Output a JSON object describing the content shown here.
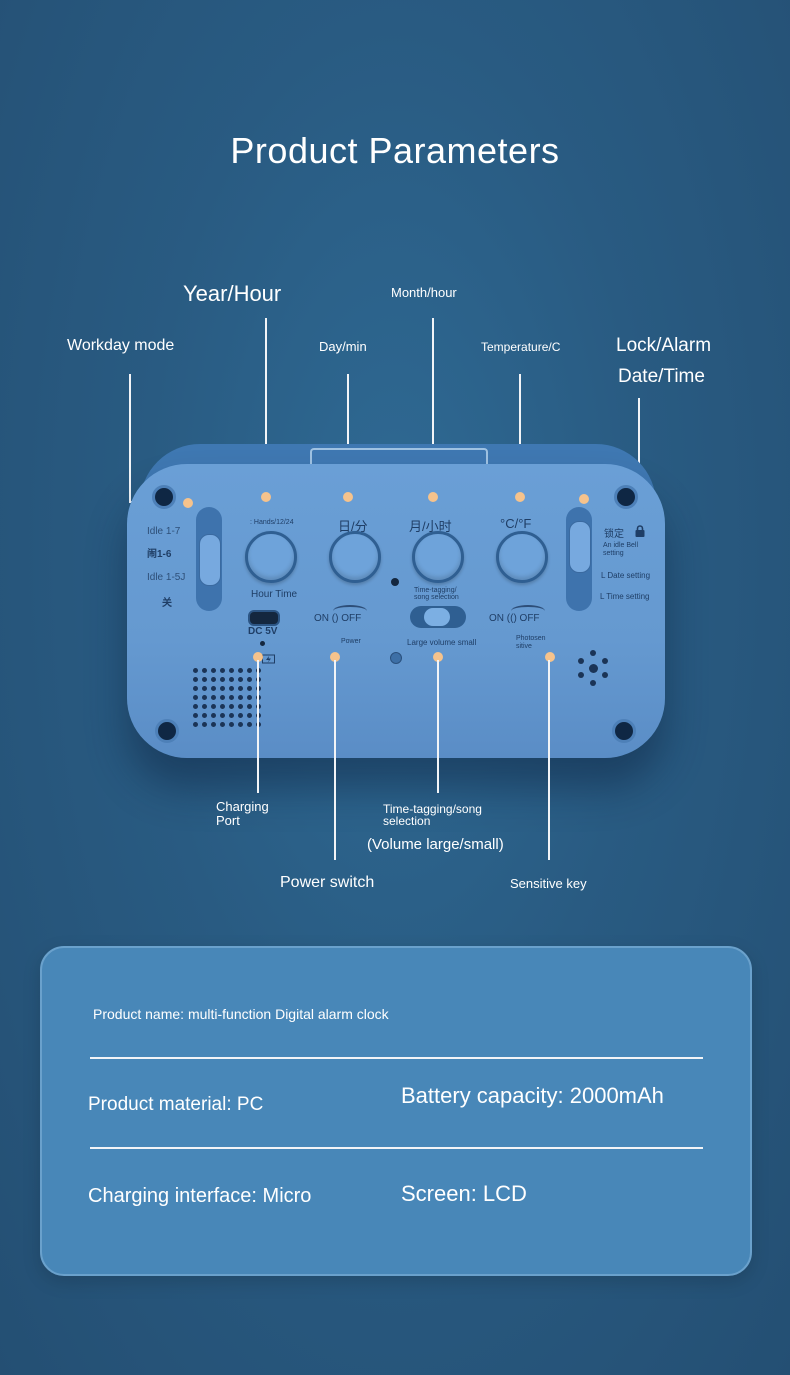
{
  "title": "Product Parameters",
  "labels": {
    "year_hour": "Year/Hour",
    "month_hour": "Month/hour",
    "workday_mode": "Workday mode",
    "day_min": "Day/min",
    "temperature": "Temperature/C",
    "lock_alarm": "Lock/Alarm",
    "date_time": "Date/Time",
    "charging_port_1": "Charging",
    "charging_port_2": "Port",
    "time_tagging_1": "Time-tagging/song",
    "time_tagging_2": "selection",
    "volume": "(Volume large/small)",
    "power_switch": "Power switch",
    "sensitive_key": "Sensitive key"
  },
  "clock": {
    "left_slider": [
      "Idle 1-7",
      "闹1-6",
      "Idle 1-5J",
      "关"
    ],
    "hands": ": Hands/12/24",
    "btn1": "",
    "btn2": "日/分",
    "btn3": "月/小时",
    "btn4": "°C/°F",
    "hour_time": "Hour Time",
    "lock_label": "锁定",
    "right_slider": [
      "An idle Bell",
      "setting",
      "L Date setting",
      "L Time setting"
    ],
    "dc": "DC  5V",
    "on_off_1": "ON () OFF",
    "power": "Power",
    "tt_small_1": "Time-tagging/",
    "tt_small_2": "song selection",
    "large_volume": "Large volume small",
    "on_off_2": "ON (() OFF",
    "photo_1": "Photosen",
    "photo_2": "sitive"
  },
  "card": {
    "product_name": "Product name: multi-function Digital alarm clock",
    "material": "Product material: PC",
    "battery": "Battery capacity: 2000mAh",
    "charging": "Charging interface: Micro",
    "screen": "Screen: LCD"
  },
  "colors": {
    "background": "#295b82",
    "leader_line": "#f2f4f7",
    "dot": "#f6c38c",
    "clock_body": "#6599d0",
    "card": "#4887b8"
  }
}
